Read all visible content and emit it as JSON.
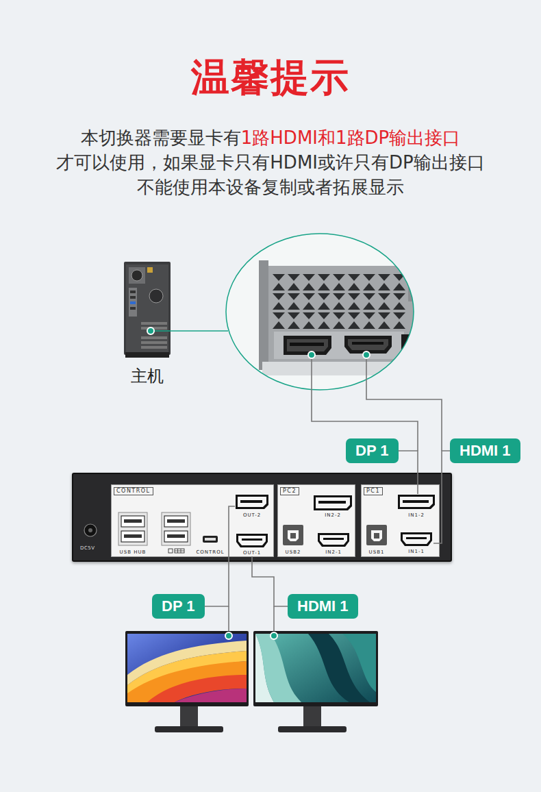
{
  "diagram": {
    "title": "温馨提示",
    "nodes": [
      {
        "text": [
          "主机"
        ]
      },
      {
        "text": [
          "DP 1"
        ]
      },
      {
        "text": [
          "HDMI 1"
        ]
      },
      {
        "text": [
          "DC5V"
        ]
      },
      {
        "text": [
          "CONTROL"
        ],
        "in": 3
      },
      {
        "text": [
          "OUT-2"
        ],
        "in": 4
      },
      {
        "text": [
          "OUT-1"
        ],
        "in": 4
      },
      {
        "text": [
          "PC2"
        ],
        "in": 3
      },
      {
        "text": [
          "PC1"
        ],
        "in": 3
      },
      {
        "text": [
          "IN1-2"
        ],
        "in": 8
      },
      {
        "text": [
          "IN1-1"
        ],
        "in": 8
      },
      {
        "text": [
          "DP 1"
        ]
      },
      {
        "text": [
          "HDMI 1"
        ]
      }
    ],
    "edges": [
      {
        "from": 1,
        "to": 9,
        "arrow": "none"
      },
      {
        "from": 2,
        "to": 10,
        "arrow": "none"
      },
      {
        "from": 5,
        "to": 11,
        "arrow": "none"
      },
      {
        "from": 6,
        "to": 12,
        "arrow": "none"
      }
    ],
    "labels": [
      "本切换器需要显卡有",
      "1路HDMI和1路DP输出接口",
      "才可以使用，如果显卡只有HDMI或许只有DP输出接口",
      "不能使用本设备复制或者拓展显示",
      "USB HUB",
      "CONTROL",
      "IN2-2",
      "USB2",
      "IN2-1",
      "USB1"
    ]
  }
}
